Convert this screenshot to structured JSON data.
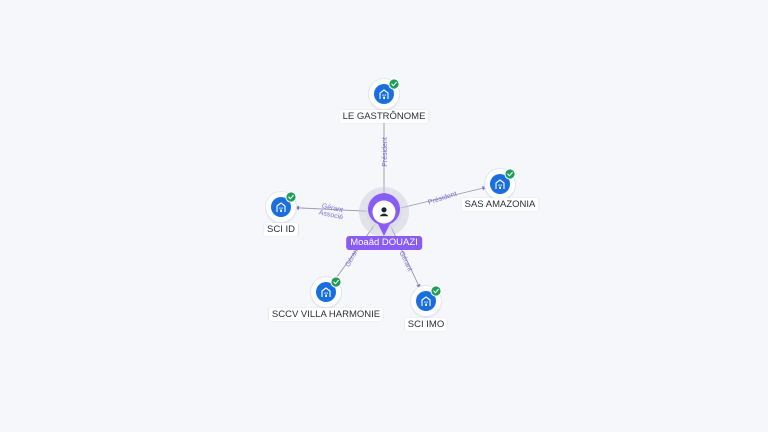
{
  "colors": {
    "background": "#f6f7fb",
    "accent": "#8a5cf6",
    "company_icon": "#1a6fe0",
    "verified": "#1e9e57",
    "edge": "#9a96b0",
    "edge_label": "#7f6fd0"
  },
  "center": {
    "name": "Moaâd DOUAZI",
    "icon": "person-icon"
  },
  "companies": [
    {
      "id": "c1",
      "name": "LE GASTRÔNOME",
      "role": "Président",
      "icon": "building-icon",
      "verified": true
    },
    {
      "id": "c2",
      "name": "SAS AMAZONIA",
      "role": "Président",
      "icon": "building-icon",
      "verified": true
    },
    {
      "id": "c3",
      "name": "SCI ID",
      "role": "Gérant",
      "role2": "Associé",
      "icon": "building-icon",
      "verified": true
    },
    {
      "id": "c4",
      "name": "SCCV VILLA HARMONIE",
      "role": "Gérant",
      "icon": "building-icon",
      "verified": true
    },
    {
      "id": "c5",
      "name": "SCI IMO",
      "role": "Gérant",
      "icon": "building-icon",
      "verified": true
    }
  ]
}
